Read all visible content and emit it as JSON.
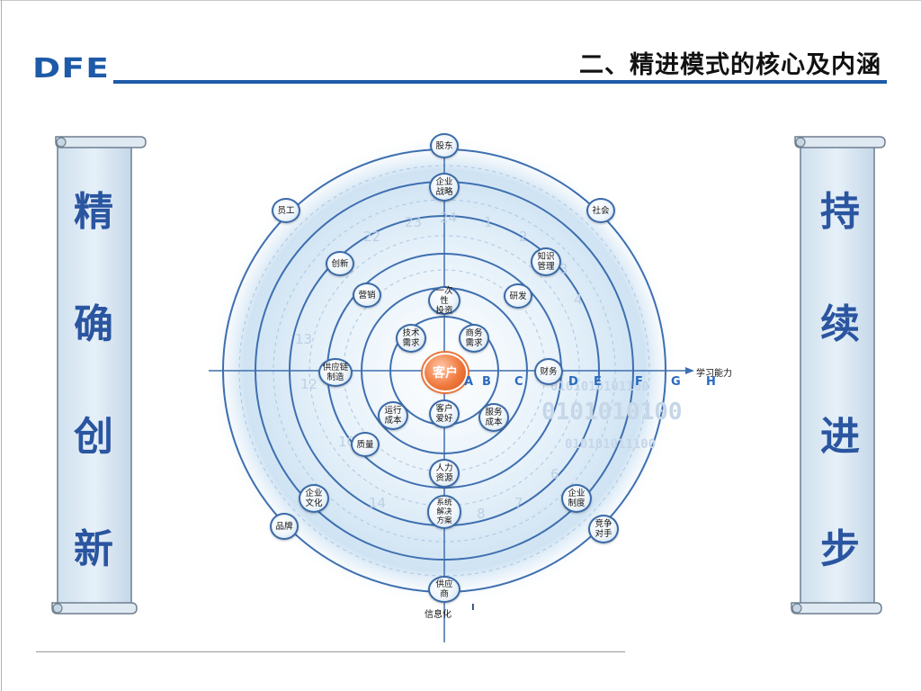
{
  "header": {
    "logo": "DFE",
    "title": "二、精进模式的核心及内涵"
  },
  "left_scroll": {
    "chars": [
      "精",
      "确",
      "创",
      "新"
    ]
  },
  "right_scroll": {
    "chars": [
      "持",
      "续",
      "进",
      "步"
    ]
  },
  "diagram": {
    "center": "客户",
    "x_axis_label": "学习能力",
    "bottom_label": "信息化",
    "bottom_mark": "I",
    "letters": [
      "A",
      "B",
      "C",
      "D",
      "E",
      "F",
      "G",
      "H"
    ],
    "nodes": {
      "gudong": "股东",
      "qiye_zhanlue": "企业\n战略",
      "yuangong": "员工",
      "shehui": "社会",
      "chuangxin": "创新",
      "zhishi_guanli": "知识\n管理",
      "yingxiao": "营销",
      "yanfa": "研发",
      "yicixing_touzi": "一次性\n投资",
      "jishu_xuqiu": "技术\n需求",
      "shangwu_xuqiu": "商务\n需求",
      "gongyinglian_zhizao": "供应链\n制造",
      "caiwu": "财务",
      "yunxing_chengben": "运行\n成本",
      "kehu_aihao": "客户\n爱好",
      "fuwu_chengben": "服务\n成本",
      "zhiliang": "质量",
      "renli_ziyuan": "人力\n资源",
      "xitong_jiejue_fangan": "系统\n解决\n方案",
      "qiye_wenhua": "企业\n文化",
      "qiye_zhidu": "企业\n制度",
      "pinpai": "品牌",
      "jingzheng_duishou": "竞争\n对手",
      "gongyingshang": "供应商"
    }
  }
}
